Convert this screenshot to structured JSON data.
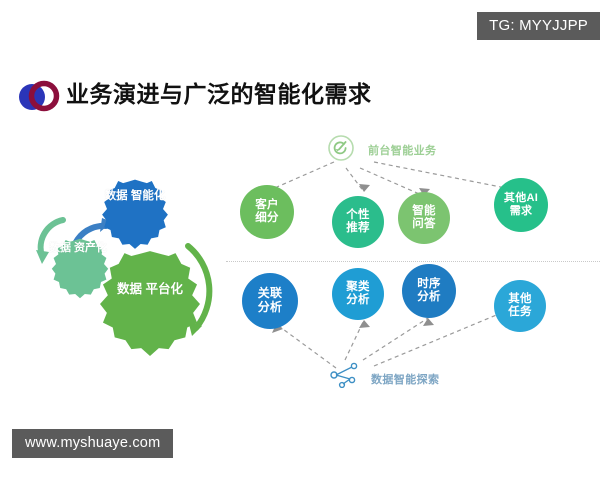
{
  "watermarks": {
    "telegram_tag": "TG: MYYJJPP",
    "site": "www.myshuaye.com"
  },
  "header": {
    "title": "业务演进与广泛的智能化需求",
    "logo_icon": "two-overlapping-circles-logo",
    "logo_colors": {
      "left_circle": "#2b35b8",
      "right_ring": "#8c0f3c"
    }
  },
  "gear_diagram": {
    "name": "data-maturity-gears",
    "gears": [
      {
        "id": "intelligence",
        "label": "数据\n智能化",
        "label_line1": "数据",
        "label_line2": "智能化",
        "color": "#1f72c4"
      },
      {
        "id": "asset",
        "label": "数据\n资产化",
        "label_line1": "数据",
        "label_line2": "资产化",
        "color": "#6cc295"
      },
      {
        "id": "platform",
        "label": "数据\n平台化",
        "label_line1": "数据",
        "label_line2": "平台化",
        "color": "#62b34a"
      }
    ],
    "arrow_colors": {
      "upper": "#3b7fc4",
      "left": "#6cc295",
      "right": "#62b34a"
    }
  },
  "right_panel": {
    "top_group": {
      "caption": "前台智能业务",
      "caption_color": "#9dcf95",
      "icon": "target-arrow-circle-icon",
      "nodes": [
        {
          "id": "customer-segmentation",
          "line1": "客户",
          "line2": "细分",
          "color": "#6cbe5e",
          "size": 52
        },
        {
          "id": "personalized-recommendation",
          "line1": "个性",
          "line2": "推荐",
          "color": "#2bbd8c",
          "size": 50
        },
        {
          "id": "intelligent-qa",
          "line1": "智能",
          "line2": "问答",
          "color": "#7cc470",
          "size": 50
        },
        {
          "id": "other-ai-needs",
          "line1": "其他AI",
          "line2": "需求",
          "color": "#26c08a",
          "size": 52
        }
      ]
    },
    "bottom_group": {
      "caption": "数据智能探索",
      "caption_color": "#7ea6c4",
      "icon": "network-nodes-share-icon",
      "nodes": [
        {
          "id": "association-analysis",
          "line1": "关联",
          "line2": "分析",
          "color": "#1d7fc8",
          "size": 54
        },
        {
          "id": "cluster-analysis",
          "line1": "聚类",
          "line2": "分析",
          "color": "#1f9dd4",
          "size": 50
        },
        {
          "id": "time-series-analysis",
          "line1": "时序",
          "line2": "分析",
          "color": "#1f7cc2",
          "size": 52
        },
        {
          "id": "other-tasks",
          "line1": "其他",
          "line2": "任务",
          "color": "#2ba7d8",
          "size": 50
        }
      ]
    }
  }
}
